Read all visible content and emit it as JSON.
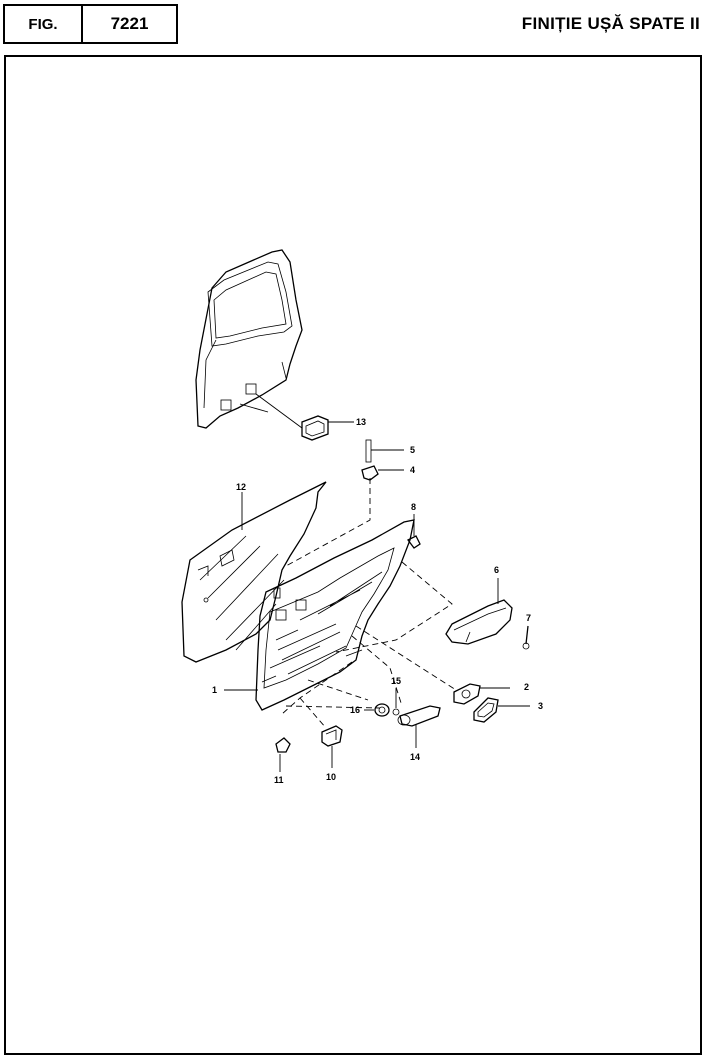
{
  "header": {
    "fig_label": "FIG.",
    "fig_number": "7221",
    "title": "FINIȚIE UȘĂ SPATE II"
  },
  "callouts": {
    "c1": "1",
    "c2": "2",
    "c3": "3",
    "c4": "4",
    "c5": "5",
    "c6": "6",
    "c7": "7",
    "c8": "8",
    "c10": "10",
    "c11": "11",
    "c12": "12",
    "c13": "13",
    "c14": "14",
    "c15": "15",
    "c16": "16"
  }
}
